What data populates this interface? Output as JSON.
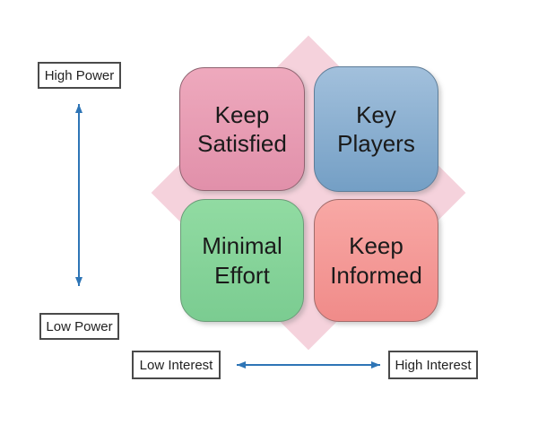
{
  "matrix": {
    "diamond_color": "#F5D2DC",
    "quadrants": [
      {
        "id": "keep-satisfied",
        "label": "Keep\nSatisfied",
        "fill_top": "#EEA9BD",
        "fill_bottom": "#E190AA",
        "border": "#8E6370"
      },
      {
        "id": "key-players",
        "label": "Key\nPlayers",
        "fill_top": "#A2C0DC",
        "fill_bottom": "#749FC5",
        "border": "#5E7D98"
      },
      {
        "id": "minimal-effort",
        "label": "Minimal\nEffort",
        "fill_top": "#91DBA2",
        "fill_bottom": "#7BCC91",
        "border": "#6B9B78"
      },
      {
        "id": "keep-informed",
        "label": "Keep\nInformed",
        "fill_top": "#F8A8A5",
        "fill_bottom": "#F08B89",
        "border": "#A06C6B"
      }
    ]
  },
  "axes": {
    "power_high": "High Power",
    "power_low": "Low Power",
    "interest_low": "Low Interest",
    "interest_high": "High Interest",
    "arrow_color": "#2E75B6"
  }
}
